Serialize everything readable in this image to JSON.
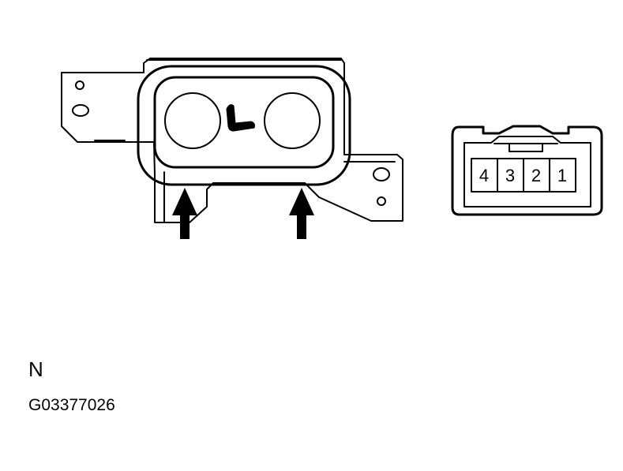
{
  "connector": {
    "pins": [
      {
        "label": "4"
      },
      {
        "label": "3"
      },
      {
        "label": "2"
      },
      {
        "label": "1"
      }
    ]
  },
  "switch_icon": "seat-icon",
  "captions": {
    "orientation_mark": "N",
    "figure_code": "G03377026"
  },
  "colors": {
    "line": "#000000",
    "background": "#ffffff"
  }
}
